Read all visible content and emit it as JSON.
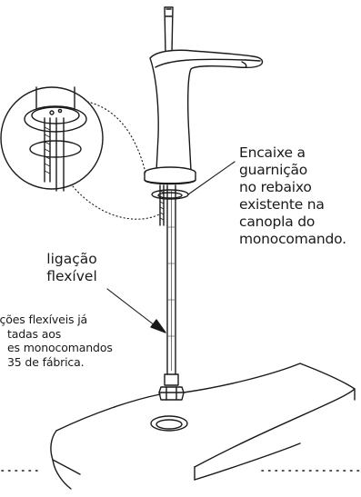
{
  "figure": {
    "callout_encaixe": {
      "lines": [
        "Encaixe a",
        "guarnição",
        "no rebaixo",
        "existente na",
        "canopla do",
        "monocomando."
      ]
    },
    "callout_ligacao": {
      "lines": [
        "ligação",
        "flexível"
      ]
    },
    "callout_note": {
      "lines": [
        "ações flexíveis já",
        "tadas aos",
        "es monocomandos",
        "35 de fábrica."
      ]
    },
    "colors": {
      "stroke": "#1a1a1a",
      "background": "#ffffff"
    }
  }
}
